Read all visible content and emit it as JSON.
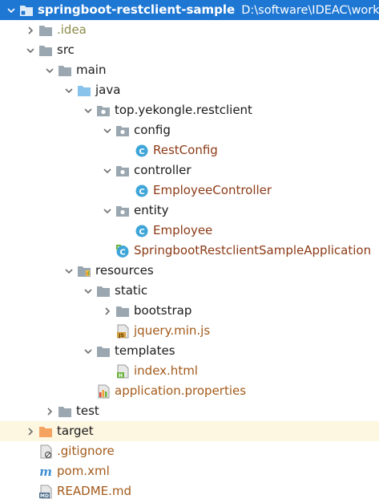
{
  "project": {
    "name": "springboot-restclient-sample",
    "path": "D:\\software\\IDEAC\\worksp"
  },
  "nodes": [
    {
      "label": "springboot-restclient-sample",
      "level": 0,
      "arrow": "down",
      "icon": "module-folder-icon",
      "selected": true
    },
    {
      "label": ".idea",
      "level": 1,
      "arrow": "right",
      "icon": "folder-icon",
      "color": "gray"
    },
    {
      "label": "src",
      "level": 1,
      "arrow": "down",
      "icon": "folder-icon"
    },
    {
      "label": "main",
      "level": 2,
      "arrow": "down",
      "icon": "folder-icon"
    },
    {
      "label": "java",
      "level": 3,
      "arrow": "down",
      "icon": "source-folder-icon"
    },
    {
      "label": "top.yekongle.restclient",
      "level": 4,
      "arrow": "down",
      "icon": "package-icon"
    },
    {
      "label": "config",
      "level": 5,
      "arrow": "down",
      "icon": "package-icon"
    },
    {
      "label": "RestConfig",
      "level": 6,
      "arrow": "none",
      "icon": "class-icon",
      "color": "java"
    },
    {
      "label": "controller",
      "level": 5,
      "arrow": "down",
      "icon": "package-icon"
    },
    {
      "label": "EmployeeController",
      "level": 6,
      "arrow": "none",
      "icon": "class-icon",
      "color": "java"
    },
    {
      "label": "entity",
      "level": 5,
      "arrow": "down",
      "icon": "package-icon"
    },
    {
      "label": "Employee",
      "level": 6,
      "arrow": "none",
      "icon": "class-icon",
      "color": "java"
    },
    {
      "label": "SpringbootRestclientSampleApplication",
      "level": 5,
      "arrow": "none",
      "icon": "spring-boot-class-icon",
      "color": "java"
    },
    {
      "label": "resources",
      "level": 3,
      "arrow": "down",
      "icon": "resources-folder-icon"
    },
    {
      "label": "static",
      "level": 4,
      "arrow": "down",
      "icon": "folder-icon"
    },
    {
      "label": "bootstrap",
      "level": 5,
      "arrow": "right",
      "icon": "folder-icon"
    },
    {
      "label": "jquery.min.js",
      "level": 5,
      "arrow": "none",
      "icon": "js-file-icon",
      "color": "mod"
    },
    {
      "label": "templates",
      "level": 4,
      "arrow": "down",
      "icon": "folder-icon"
    },
    {
      "label": "index.html",
      "level": 5,
      "arrow": "none",
      "icon": "html-file-icon",
      "color": "mod"
    },
    {
      "label": "application.properties",
      "level": 4,
      "arrow": "none",
      "icon": "properties-file-icon",
      "color": "mod"
    },
    {
      "label": "test",
      "level": 2,
      "arrow": "right",
      "icon": "folder-icon"
    },
    {
      "label": "target",
      "level": 1,
      "arrow": "right",
      "icon": "excluded-folder-icon",
      "highlight": true
    },
    {
      "label": ".gitignore",
      "level": 1,
      "arrow": "none",
      "icon": "ignored-file-icon",
      "color": "mod"
    },
    {
      "label": "pom.xml",
      "level": 1,
      "arrow": "none",
      "icon": "maven-icon",
      "color": "mod"
    },
    {
      "label": "README.md",
      "level": 1,
      "arrow": "none",
      "icon": "markdown-file-icon",
      "color": "mod"
    }
  ],
  "colors": {
    "selection": "#1e77d3",
    "folder": "#9aa7b0",
    "source_folder": "#87c3ea",
    "excluded_folder": "#f4a460",
    "class_icon": "#3ea5d8",
    "modified_text": "#a35a1a"
  }
}
